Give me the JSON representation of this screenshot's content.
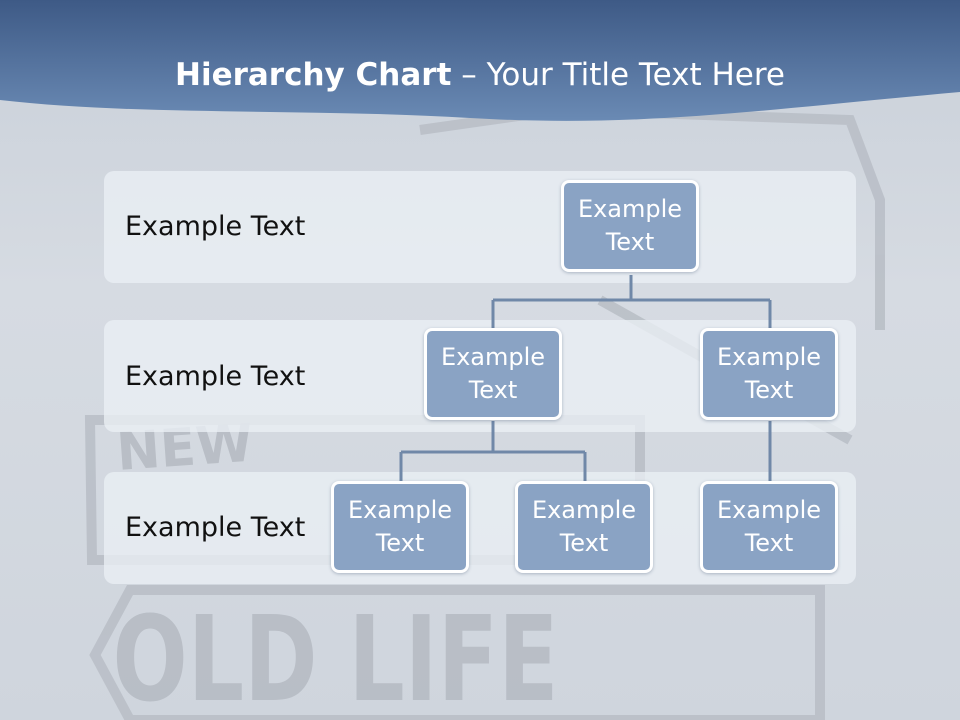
{
  "slide": {
    "title_bold": "Hierarchy Chart",
    "title_rest": " – Your Title Text Here",
    "colors": {
      "header_band": "#4f6f9c",
      "node_fill": "#8aa3c4",
      "node_border": "#ffffff",
      "connector": "#7088a8"
    }
  },
  "levels": [
    {
      "label": "Example Text"
    },
    {
      "label": "Example Text"
    },
    {
      "label": "Example Text"
    }
  ],
  "nodes": [
    {
      "text": "Example Text"
    },
    {
      "text": "Example Text"
    },
    {
      "text": "Example Text"
    },
    {
      "text": "Example Text"
    },
    {
      "text": "Example Text"
    },
    {
      "text": "Example Text"
    }
  ],
  "background_image": {
    "description_icon": "road-sign-image",
    "sign_text_1": "NEW",
    "sign_text_2": "OLD LIFE"
  }
}
